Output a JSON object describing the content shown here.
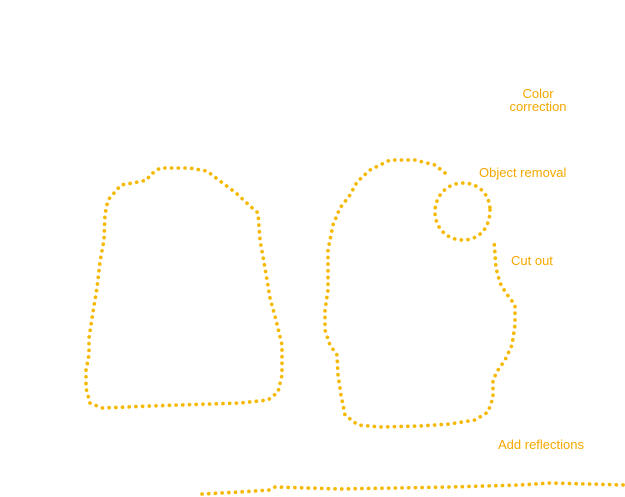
{
  "colors": {
    "accent": "#f5b800",
    "label": "#f5a800",
    "background": "#ffffff"
  },
  "labels": {
    "color_correction_line1": "Color",
    "color_correction_line2": "correction",
    "object_removal": "Object removal",
    "cut_out": "Cut out",
    "add_reflections": "Add reflections"
  }
}
